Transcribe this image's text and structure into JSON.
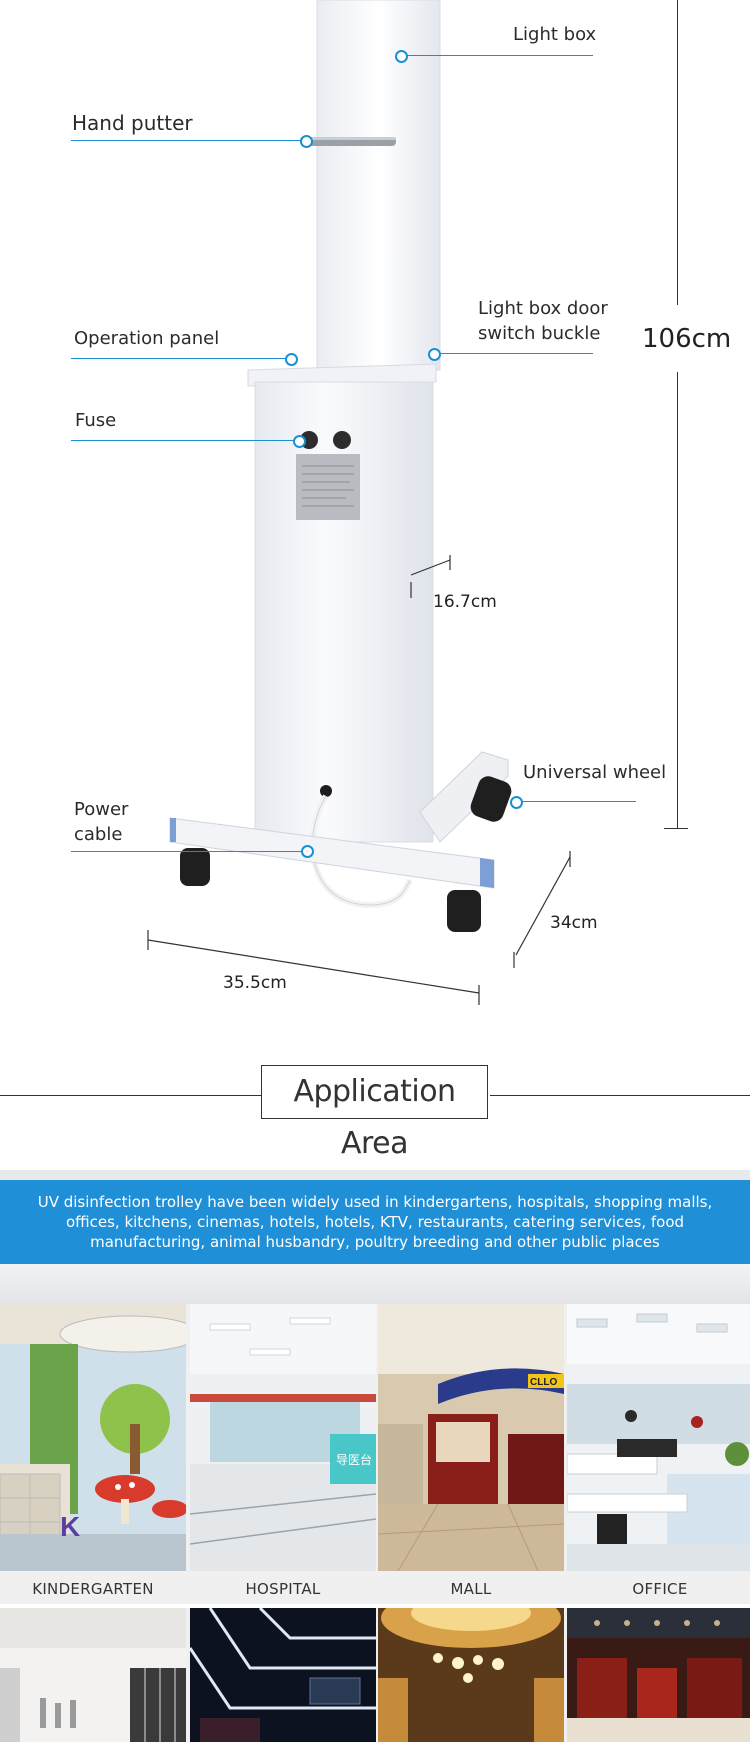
{
  "product_labels": {
    "light_box": "Light box",
    "hand_putter": "Hand putter",
    "door_buckle_line1": "Light box door",
    "door_buckle_line2": "switch buckle",
    "operation_panel": "Operation panel",
    "fuse": "Fuse",
    "universal_wheel": "Universal wheel",
    "power_cable_line1": "Power",
    "power_cable_line2": "cable"
  },
  "dimensions": {
    "height": "106cm",
    "depth_column": "16.7cm",
    "depth_base": "34cm",
    "width_base": "35.5cm"
  },
  "section": {
    "title": "Application Area",
    "banner_text": "UV disinfection trolley have been widely used in kindergartens, hospitals, shopping malls, offices, kitchens, cinemas, hotels, hotels, KTV, restaurants, catering services, food manufacturing, animal husbandry, poultry breeding and other public places"
  },
  "gallery": {
    "row1": [
      "KINDERGARTEN",
      "HOSPITAL",
      "MALL",
      "OFFICE"
    ]
  },
  "colors": {
    "accent_blue": "#1b8fd6",
    "banner_blue": "#1f8fd8"
  }
}
